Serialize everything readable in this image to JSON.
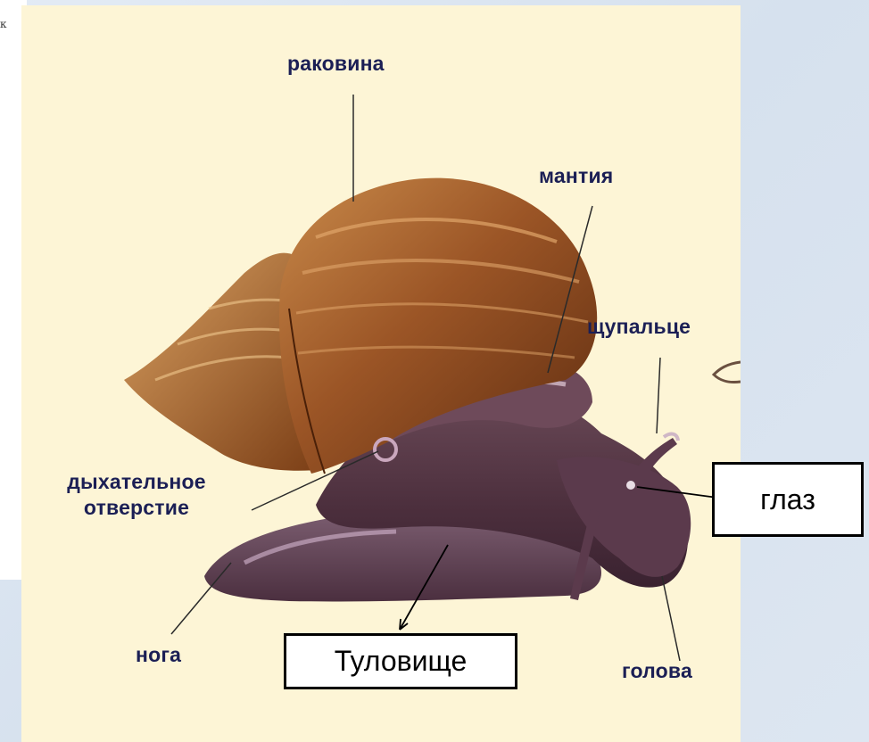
{
  "corner_mark": "к",
  "labels": {
    "shell": "раковина",
    "mantle": "мантия",
    "tentacle": "щупальце",
    "breathing_hole_line1": "дыхательное",
    "breathing_hole_line2": "отверстие",
    "foot": "нога",
    "head": "голова"
  },
  "boxed_labels": {
    "eye": "глаз",
    "body": "Туловище"
  },
  "colors": {
    "figure_background": "#fdf5d6",
    "label_text": "#1b1f55",
    "shell": "#8a4a1c",
    "body": "#5a3645"
  }
}
